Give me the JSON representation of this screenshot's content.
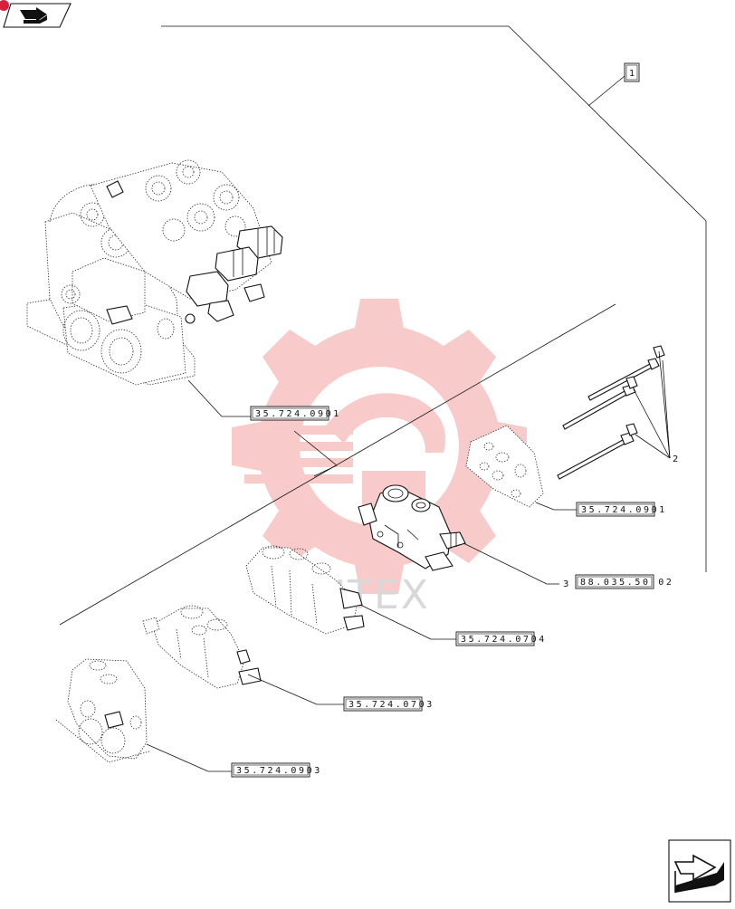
{
  "callouts": {
    "ref_1": "1",
    "ref_2": "2",
    "ref_3": "3",
    "top_assembly": "35.724.0901",
    "tie_rod_plate": "35.724.0901",
    "center_section": "88.035.50 02",
    "section_0704": "35.724.0704",
    "section_0703": "35.724.0703",
    "end_section_0903": "35.724.0903"
  },
  "watermark": {
    "text": "UNITEX",
    "color": "#f0a8a8"
  },
  "icons": {
    "top_left": "book-arrow-icon",
    "bottom_right": "next-page-arrow-icon"
  },
  "colors": {
    "line": "#111111",
    "watermark_gear": "#f3a0a0",
    "badge_red": "#d8203a"
  }
}
